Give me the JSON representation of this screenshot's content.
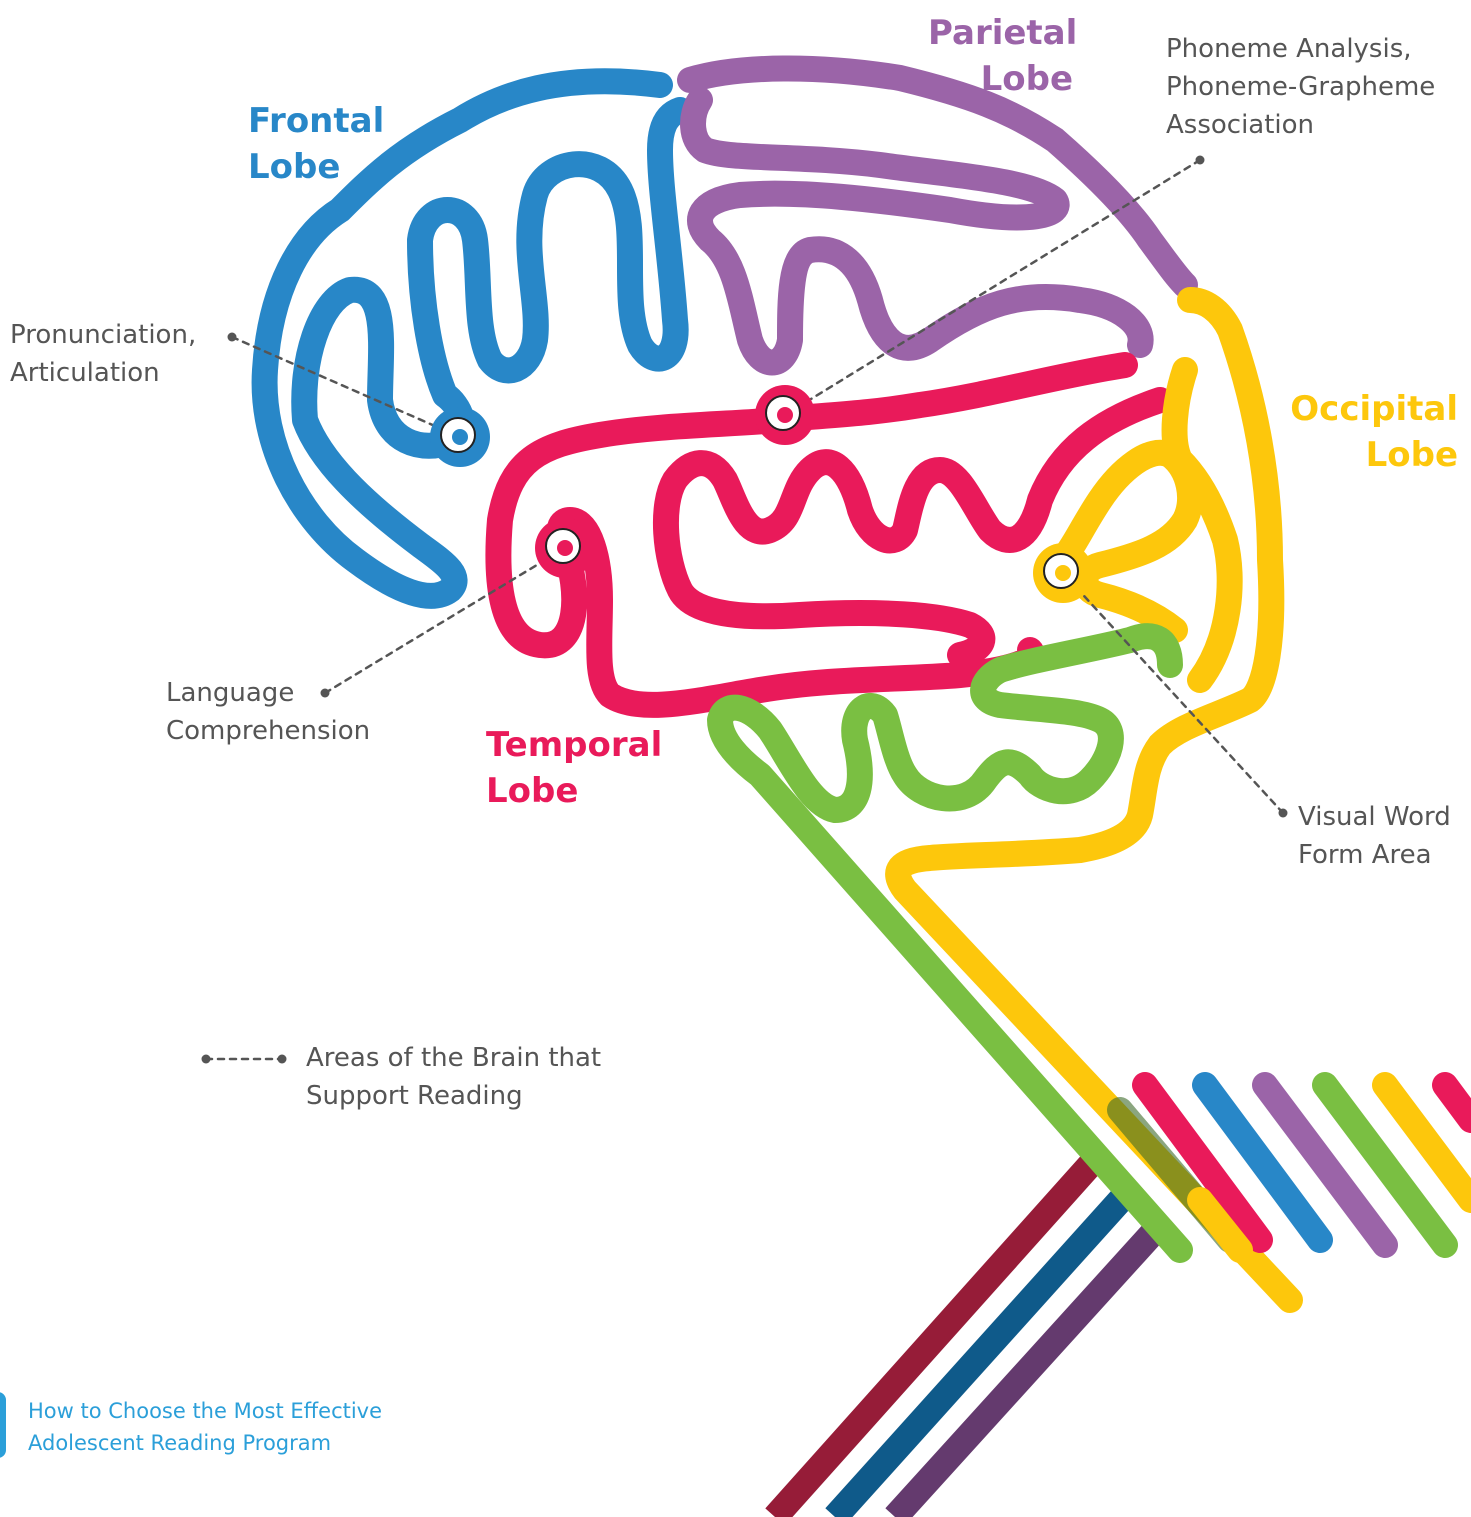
{
  "colors": {
    "frontal": "#2887c8",
    "parietal": "#9b64a8",
    "temporal": "#e91a5a",
    "occipital": "#fdc70c",
    "cerebellum": "#7abf42",
    "text": "#555555",
    "footer": "#2b9fd9"
  },
  "lobes": {
    "frontal": [
      "Frontal",
      "Lobe"
    ],
    "parietal": [
      "Parietal",
      "Lobe"
    ],
    "temporal": [
      "Temporal",
      "Lobe"
    ],
    "occipital": [
      "Occipital",
      "Lobe"
    ]
  },
  "callouts": {
    "pronunciation": [
      "Pronunciation,",
      "Articulation"
    ],
    "phoneme": [
      "Phoneme Analysis,",
      "Phoneme-Grapheme",
      "Association"
    ],
    "language": [
      "Language",
      "Comprehension"
    ],
    "visual_word": [
      "Visual Word",
      "Form Area"
    ]
  },
  "legend": [
    "Areas of the Brain that",
    "Support Reading"
  ],
  "footer": [
    "How to Choose the Most Effective",
    "Adolescent Reading Program"
  ]
}
